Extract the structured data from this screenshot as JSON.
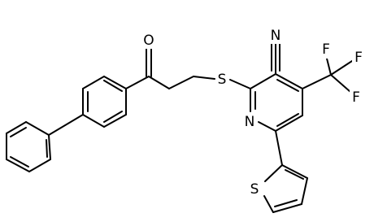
{
  "molecule": {
    "atoms": {
      "oxygen": "O",
      "sulfur_thioether": "S",
      "nitrogen_nitrile": "N",
      "nitrogen_pyridine": "N",
      "sulfur_thiophene": "S",
      "fluorine_1": "F",
      "fluorine_2": "F",
      "fluorine_3": "F"
    }
  }
}
